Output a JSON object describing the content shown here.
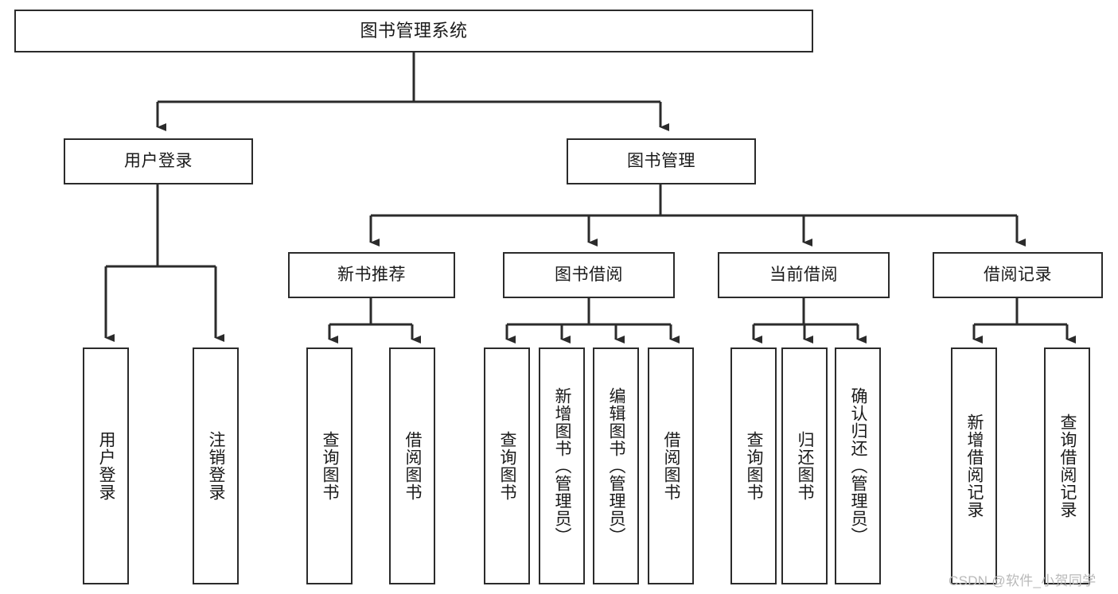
{
  "diagram": {
    "title": "图书管理系统",
    "type": "tree-hierarchy-chart",
    "root": {
      "label": "图书管理系统"
    },
    "level2": [
      {
        "label": "用户登录"
      },
      {
        "label": "图书管理"
      }
    ],
    "level3": [
      {
        "label": "新书推荐"
      },
      {
        "label": "图书借阅"
      },
      {
        "label": "当前借阅"
      },
      {
        "label": "借阅记录"
      }
    ],
    "leaves": {
      "user_login": [
        {
          "label": "用户登录"
        },
        {
          "label": "注销登录"
        }
      ],
      "new_book_recommend": [
        {
          "label": "查询图书"
        },
        {
          "label": "借阅图书"
        }
      ],
      "book_borrow": [
        {
          "label": "查询图书"
        },
        {
          "label": "新增图书（管理员）"
        },
        {
          "label": "编辑图书（管理员）"
        },
        {
          "label": "借阅图书"
        }
      ],
      "current_borrow": [
        {
          "label": "查询图书"
        },
        {
          "label": "归还图书"
        },
        {
          "label": "确认归还（管理员）"
        }
      ],
      "borrow_record": [
        {
          "label": "新增借阅记录"
        },
        {
          "label": "查询借阅记录"
        }
      ]
    }
  },
  "watermark": {
    "text": "CSDN @软件_小贺同学"
  },
  "colors": {
    "background": "#ffffff",
    "box_border": "#2b2b2b",
    "connector": "#2b2b2b",
    "text": "#1a1a1a",
    "watermark": "#b9b9b9"
  }
}
